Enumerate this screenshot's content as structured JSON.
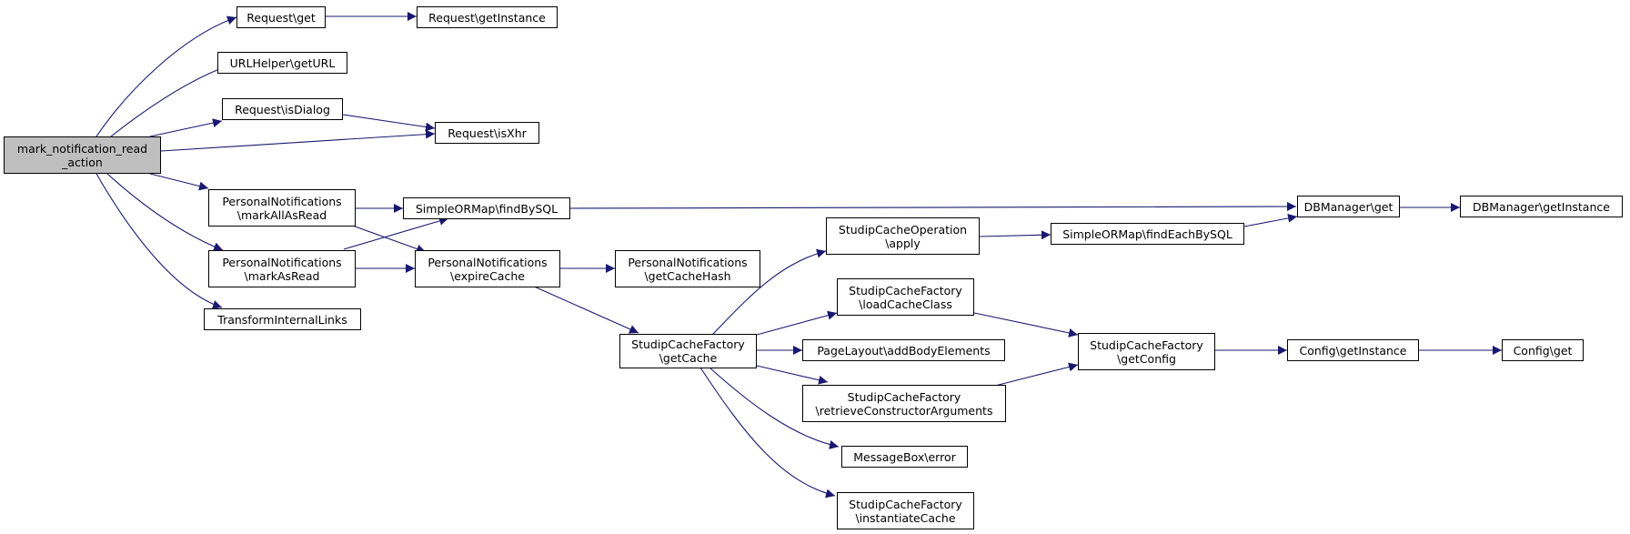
{
  "colors": {
    "edge": "#191970",
    "root_fill": "#bfbfbf",
    "node_fill": "#ffffff",
    "border": "#000000"
  },
  "nodes": {
    "root": [
      "mark_notification_read",
      "_action"
    ],
    "request_get": [
      "Request\\get"
    ],
    "request_getinstance": [
      "Request\\getInstance"
    ],
    "urlhelper_geturl": [
      "URLHelper\\getURL"
    ],
    "request_isdialog": [
      "Request\\isDialog"
    ],
    "request_isxhr": [
      "Request\\isXhr"
    ],
    "pn_markallasread": [
      "PersonalNotifications",
      "\\markAllAsRead"
    ],
    "pn_markasread": [
      "PersonalNotifications",
      "\\markAsRead"
    ],
    "transforminternallinks": [
      "TransformInternalLinks"
    ],
    "simpleormap_findbysql": [
      "SimpleORMap\\findBySQL"
    ],
    "pn_expirecache": [
      "PersonalNotifications",
      "\\expireCache"
    ],
    "pn_getcachehash": [
      "PersonalNotifications",
      "\\getCacheHash"
    ],
    "scf_getcache": [
      "StudipCacheFactory",
      "\\getCache"
    ],
    "sco_apply": [
      "StudipCacheOperation",
      "\\apply"
    ],
    "simpleormap_findeachbysql": [
      "SimpleORMap\\findEachBySQL"
    ],
    "dbmanager_get": [
      "DBManager\\get"
    ],
    "dbmanager_getinstance": [
      "DBManager\\getInstance"
    ],
    "scf_loadcacheclass": [
      "StudipCacheFactory",
      "\\loadCacheClass"
    ],
    "pagelayout_addbodyelements": [
      "PageLayout\\addBodyElements"
    ],
    "scf_getconfig": [
      "StudipCacheFactory",
      "\\getConfig"
    ],
    "config_getinstance": [
      "Config\\getInstance"
    ],
    "config_get": [
      "Config\\get"
    ],
    "scf_retrieveconstructorarguments": [
      "StudipCacheFactory",
      "\\retrieveConstructorArguments"
    ],
    "messagebox_error": [
      "MessageBox\\error"
    ],
    "scf_instantiatecache": [
      "StudipCacheFactory",
      "\\instantiateCache"
    ]
  }
}
